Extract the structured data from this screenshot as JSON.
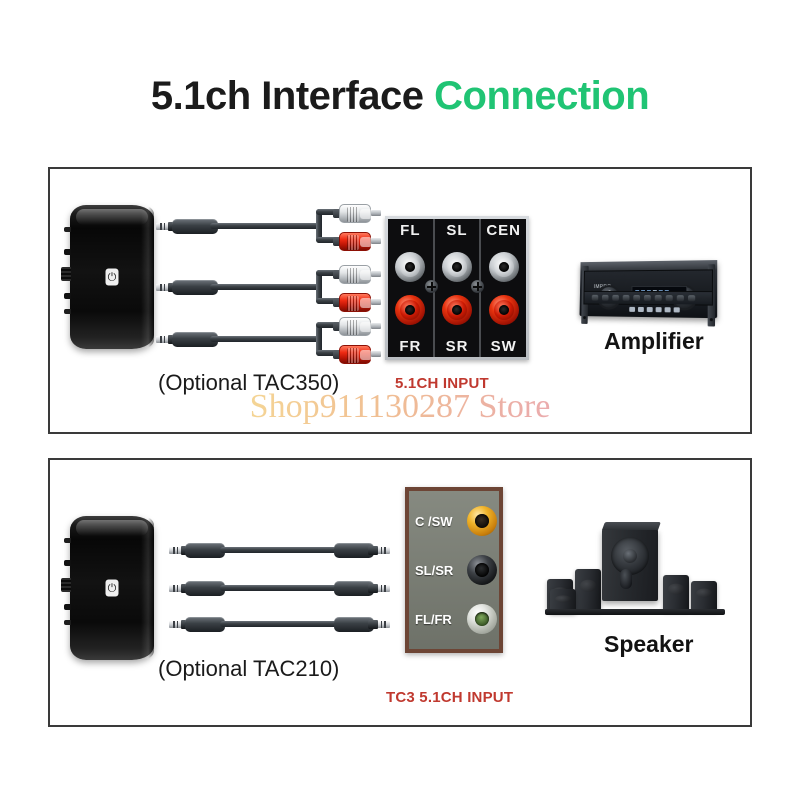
{
  "title": {
    "main": "5.1ch Interface",
    "accent": "Connection",
    "accent_color": "#20c474"
  },
  "watermark": {
    "text": "Shop911130287 Store"
  },
  "panel_1": {
    "device": {
      "logo_glyph": "⏻",
      "name": "bluetooth-receiver"
    },
    "cables": {
      "type": "3.5mm-to-dual-RCA",
      "count": 3,
      "rca_colors": [
        "white",
        "red"
      ]
    },
    "port_plate": {
      "name": "5.1CH RCA input bank",
      "columns": [
        {
          "top_label": "FL",
          "bottom_label": "FR"
        },
        {
          "top_label": "SL",
          "bottom_label": "SR"
        },
        {
          "top_label": "CEN",
          "bottom_label": "SW"
        }
      ],
      "top_jack_color": "#dfe2e5",
      "bottom_jack_color": "#d01a04"
    },
    "optional_label": "(Optional TAC350)",
    "input_label": "5.1CH INPUT",
    "input_label_color": "#c0392f",
    "equipment_caption": "Amplifier"
  },
  "panel_2": {
    "device": {
      "logo_glyph": "⏻",
      "name": "bluetooth-receiver"
    },
    "cables": {
      "type": "3.5mm-to-3.5mm",
      "count": 3
    },
    "port_plate": {
      "name": "TC3 5.1CH 3.5mm input bank",
      "rows": [
        {
          "label": "C /SW",
          "jack_color": "#f0b42a"
        },
        {
          "label": "SL/SR",
          "jack_color": "#1a1c1f"
        },
        {
          "label": "FL/FR",
          "jack_color": "#7fa85c"
        }
      ],
      "plate_color": "#7d8177",
      "border_color": "#6d4535"
    },
    "optional_label": "(Optional TAC210)",
    "input_label": "TC3 5.1CH INPUT",
    "input_label_color": "#c0392f",
    "equipment_caption": "Speaker"
  }
}
